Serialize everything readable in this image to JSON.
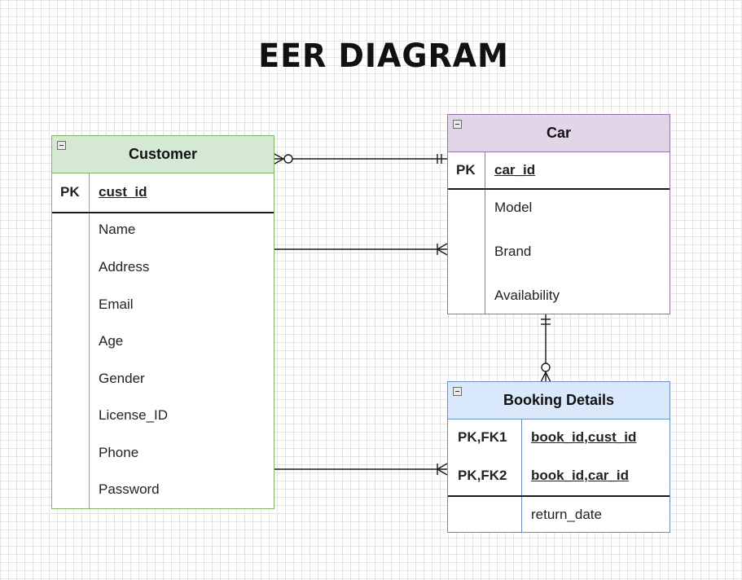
{
  "title": "EER DIAGRAM",
  "colors": {
    "customer_header": "#d5e8d4",
    "customer_border": "#82b366",
    "car_header": "#e1d5e7",
    "car_border": "#9673a6",
    "booking_header": "#dae8fc",
    "booking_border": "#6c8ebf"
  },
  "entities": {
    "customer": {
      "name": "Customer",
      "pk_label": "PK",
      "pk_attr": "cust_id",
      "attributes": [
        "Name",
        "Address",
        "Email",
        "Age",
        "Gender",
        "License_ID",
        "Phone",
        "Password"
      ]
    },
    "car": {
      "name": "Car",
      "pk_label": "PK",
      "pk_attr": "car_id",
      "attributes": [
        "Model",
        "Brand",
        "Availability"
      ]
    },
    "booking": {
      "name": "Booking Details",
      "keys": [
        {
          "label": "PK,FK1",
          "attr": "book_id,cust_id"
        },
        {
          "label": "PK,FK2",
          "attr": "book_id,car_id"
        }
      ],
      "attributes": [
        "return_date"
      ]
    }
  },
  "relationships": [
    {
      "from": "Customer",
      "to": "Car",
      "from_end": "zero-or-many",
      "to_end": "exactly-one"
    },
    {
      "from": "Customer",
      "to": "Car",
      "from_end": "none",
      "to_end": "one-or-many"
    },
    {
      "from": "Car",
      "to": "Booking Details",
      "from_end": "exactly-one",
      "to_end": "zero-or-many"
    },
    {
      "from": "Customer",
      "to": "Booking Details",
      "from_end": "none",
      "to_end": "one-or-many"
    }
  ]
}
